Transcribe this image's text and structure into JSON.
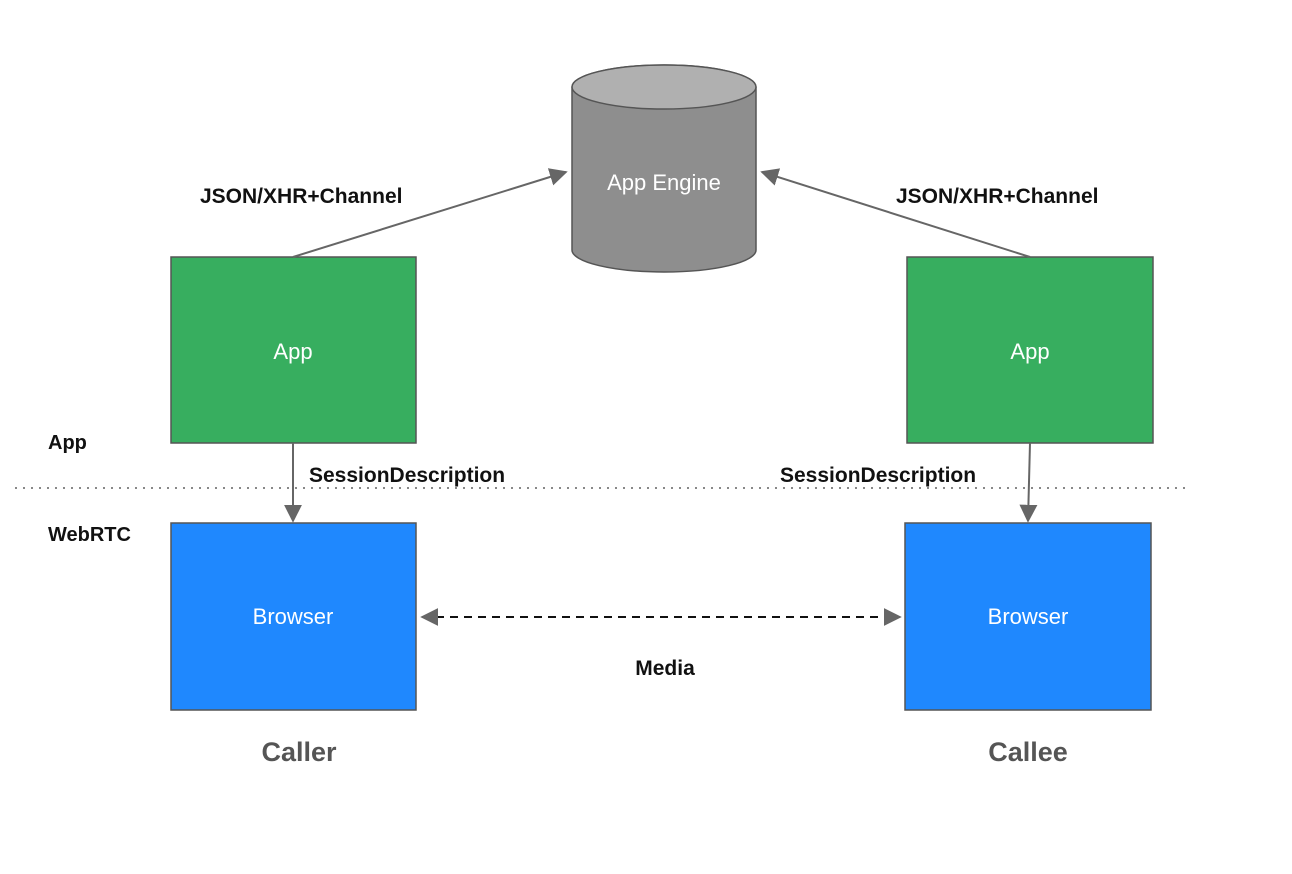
{
  "colors": {
    "app_fill": "#37AE5F",
    "browser_fill": "#1F88FE",
    "engine_fill": "#8E8E8E",
    "engine_top": "#B0B0B0",
    "line": "#666666",
    "divider": "#888888"
  },
  "engine": {
    "label": "App Engine",
    "icon": "cylinder-database"
  },
  "left": {
    "app_label": "App",
    "browser_label": "Browser",
    "party_label": "Caller",
    "channel_label": "JSON/XHR+Channel",
    "session_label": "SessionDescription"
  },
  "right": {
    "app_label": "App",
    "browser_label": "Browser",
    "party_label": "Callee",
    "channel_label": "JSON/XHR+Channel",
    "session_label": "SessionDescription"
  },
  "layers": {
    "app": "App",
    "webrtc": "WebRTC"
  },
  "media_label": "Media"
}
